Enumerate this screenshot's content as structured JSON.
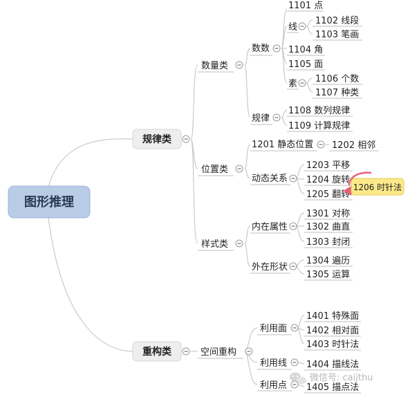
{
  "mindmap": {
    "root": "图形推理",
    "branches": {
      "guilv": "规律类",
      "chonggou": "重构类"
    },
    "subs": {
      "shuliang": "数量类",
      "weizhi": "位置类",
      "yangshi": "样式类",
      "kongjian": "空间重构"
    },
    "mids": {
      "shushu": "数数",
      "xian": "线",
      "su": "素",
      "guilv2": "规律",
      "jingtai": "1201 静态位置",
      "dongtai": "动态关系",
      "neizai": "内在属性",
      "waizai": "外在形状",
      "liyongmian": "利用面",
      "liyongxian": "利用线",
      "liyongdian": "利用点"
    },
    "leaves": {
      "n1101": "1101 点",
      "n1102": "1102 线段",
      "n1103": "1103 笔画",
      "n1104": "1104 角",
      "n1105": "1105 面",
      "n1106": "1106 个数",
      "n1107": "1107 种类",
      "n1108": "1108 数列规律",
      "n1109": "1109 计算规律",
      "n1202": "1202 相邻",
      "n1203": "1203 平移",
      "n1204": "1204 旋转",
      "n1205": "1205 翻转",
      "n1301": "1301 对称",
      "n1302": "1302 曲直",
      "n1303": "1303 封闭",
      "n1304": "1304 遍历",
      "n1305": "1305 运算",
      "n1401": "1401 特殊面",
      "n1402": "1402 相对面",
      "n1403": "1403 时针法",
      "n1404": "1404 描线法",
      "n1405": "1405 描点法"
    },
    "callout": "1206 时针法"
  },
  "watermark": "微信号: caijthu",
  "colors": {
    "root_fill": "#b8cce8",
    "branch_fill": "#eeeeee",
    "connector": "#c9c9c9",
    "callout_fill": "#fce98a",
    "callout_arrow": "#e8607a"
  },
  "icons": {
    "collapse": "collapse-minus-icon",
    "watermark": "wechat-icon"
  }
}
